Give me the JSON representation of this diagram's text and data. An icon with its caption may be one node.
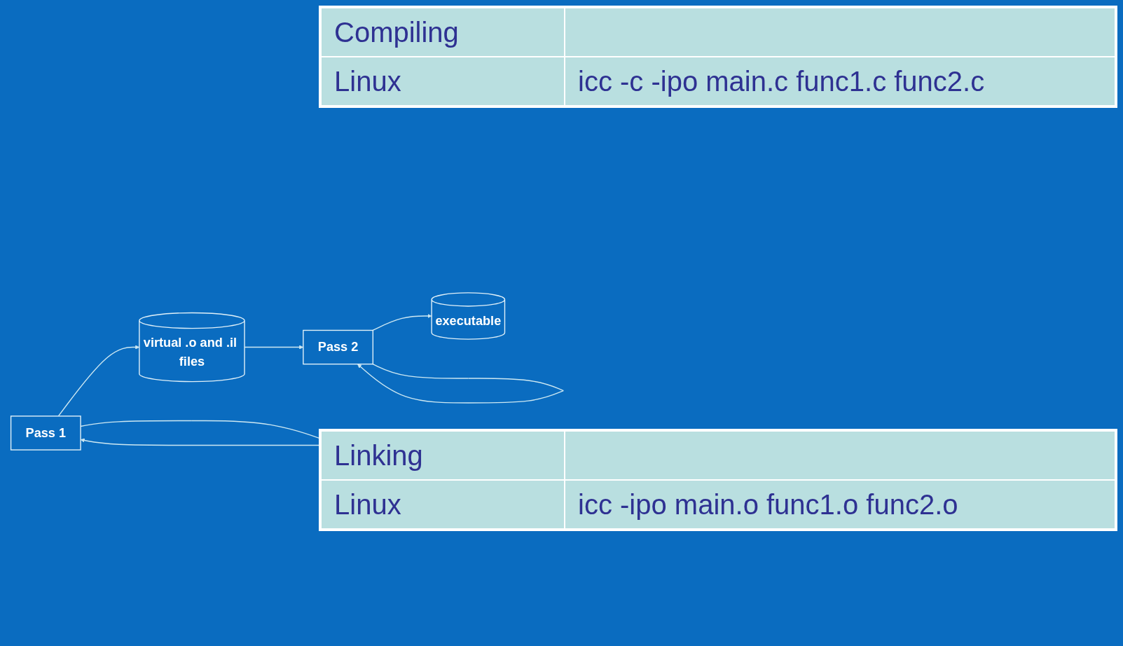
{
  "diagram": {
    "nodes": [
      {
        "text": [
          "Pass 1"
        ]
      },
      {
        "text": [
          "virtual .o and .il files"
        ]
      },
      {
        "text": [
          "Pass 2"
        ]
      },
      {
        "text": [
          "executable"
        ]
      }
    ],
    "edges": [
      {
        "from": 0,
        "to": 0,
        "arrow": "to"
      },
      {
        "from": 0,
        "to": 1,
        "arrow": "to"
      },
      {
        "from": 1,
        "to": 2,
        "arrow": "to"
      },
      {
        "from": 2,
        "to": 2,
        "arrow": "to"
      },
      {
        "from": 2,
        "to": 3,
        "arrow": "to"
      }
    ],
    "labels": [
      "Compiling",
      "Linux",
      "icc -c -ipo main.c func1.c func2.c",
      "Linking",
      "Linux",
      "icc -ipo main.o func1.o func2.o"
    ]
  }
}
